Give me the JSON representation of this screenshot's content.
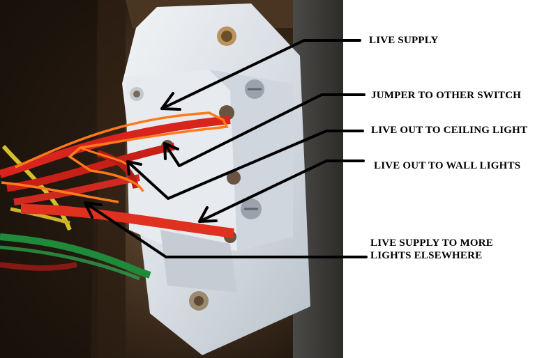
{
  "labels": {
    "live_supply": "LIVE SUPPLY",
    "jumper": "JUMPER TO OTHER SWITCH",
    "ceiling": "LIVE OUT TO CEILING LIGHT",
    "wall": "LIVE OUT TO WALL LIGHTS",
    "more_line1": "LIVE SUPPLY TO MORE",
    "more_line2": "LIGHTS ELSEWHERE"
  },
  "colors": {
    "annotation_arrow": "#000000",
    "wire_highlight": "#ff7a1a",
    "wire_red": "#d8241c",
    "wire_green": "#1f8a3a",
    "wire_yellow": "#d6c02a",
    "switch_plate": "#dfe4ea",
    "backbox": "#3a2a1c"
  }
}
